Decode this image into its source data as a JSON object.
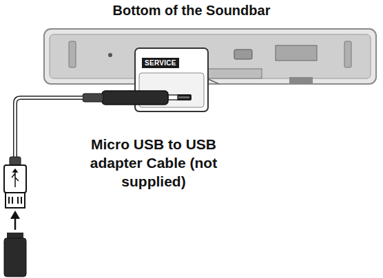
{
  "diagram": {
    "title": "Bottom of the Soundbar",
    "labels": [
      "SERVICE",
      "Micro USB to USB adapter Cable (not supplied)"
    ]
  }
}
